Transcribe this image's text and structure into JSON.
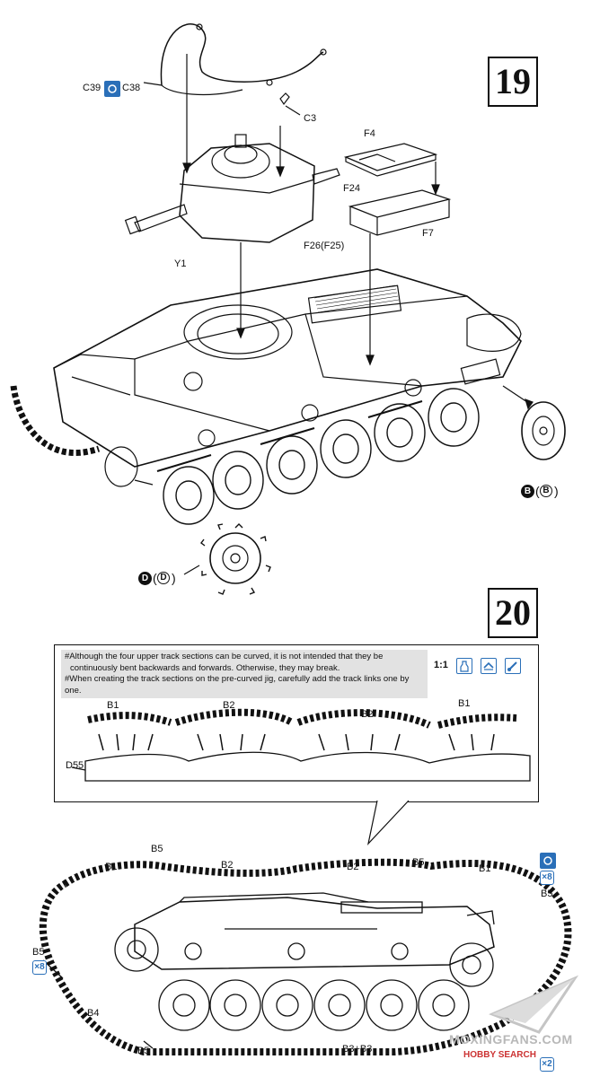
{
  "steps": {
    "step19": "19",
    "step20": "20"
  },
  "step19_labels": {
    "c39_c38": "C39",
    "c38": "C38",
    "c3": "C3",
    "f4": "F4",
    "f24": "F24",
    "f7": "F7",
    "f26_f25": "F26(F25)",
    "y1": "Y1",
    "b_badge": "B",
    "b_badge2": "B",
    "d_badge": "D",
    "d_badge2": "D"
  },
  "step20": {
    "note_line1": "#Although the four upper track sections can be curved, it is not intended that they be",
    "note_line2": "continuously bent backwards and forwards. Otherwise, they may break.",
    "note_line3": "#When creating the track sections on the pre-curved jig, carefully add the track links one by one.",
    "scale": "1:1",
    "jig_labels": {
      "b1_left": "B1",
      "b2_left": "B2",
      "b2_right": "B2",
      "b1_right": "B1",
      "d55": "D55"
    },
    "track_labels": {
      "b5_top_left": "B5",
      "b1_top_left": "B1",
      "b2_top_left": "B2",
      "b2_top_right": "B2",
      "b5_top_right": "B5",
      "b1_top_right": "B1",
      "b5_right": "B5",
      "b5_left": "B5",
      "b4": "B4",
      "b5_bottom": "B5",
      "b3b3": "B3+B3",
      "x8_left": "×8",
      "x8_right": "×8",
      "x2": "×2"
    }
  },
  "watermark": {
    "text": "MOXINGFANS.COM",
    "sub": "HOBBY SEARCH"
  }
}
